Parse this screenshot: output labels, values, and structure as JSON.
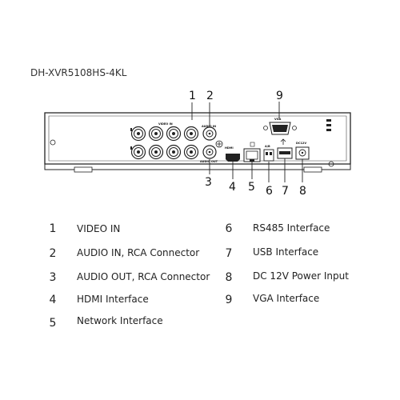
{
  "model": "DH-XVR5108HS-4KL",
  "callouts": [
    "1",
    "2",
    "3",
    "4",
    "5",
    "6",
    "7",
    "8",
    "9"
  ],
  "panel_labels": {
    "video_in": "VIDEO IN",
    "audio_in": "AUDIO IN",
    "audio_out": "AUDIO OUT",
    "hdmi": "HDMI",
    "vga": "VGA",
    "dc": "DC12V",
    "rs485": "A/B"
  },
  "legend": [
    {
      "num": "1",
      "text": "VIDEO IN"
    },
    {
      "num": "2",
      "text": "AUDIO IN, RCA Connector"
    },
    {
      "num": "3",
      "text": "AUDIO OUT, RCA Connector"
    },
    {
      "num": "4",
      "text": "HDMI Interface"
    },
    {
      "num": "5",
      "text": "Network Interface"
    },
    {
      "num": "6",
      "text": "RS485 Interface"
    },
    {
      "num": "7",
      "text": "USB Interface"
    },
    {
      "num": "8",
      "text": "DC 12V Power Input"
    },
    {
      "num": "9",
      "text": "VGA Interface"
    }
  ]
}
